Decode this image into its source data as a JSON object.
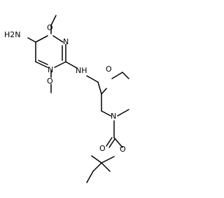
{
  "molecule": {
    "atoms": {
      "amine_nh2": "H2N",
      "ring_n_top": "N",
      "ring_n_bottom": "N",
      "methoxy_o_top": "O",
      "methoxy_o_bottom": "O",
      "linker_nh": "NH",
      "morpholine_o": "O",
      "morpholine_n": "N",
      "carbamate_o_double": "O",
      "carbamate_o_single": "O"
    }
  }
}
